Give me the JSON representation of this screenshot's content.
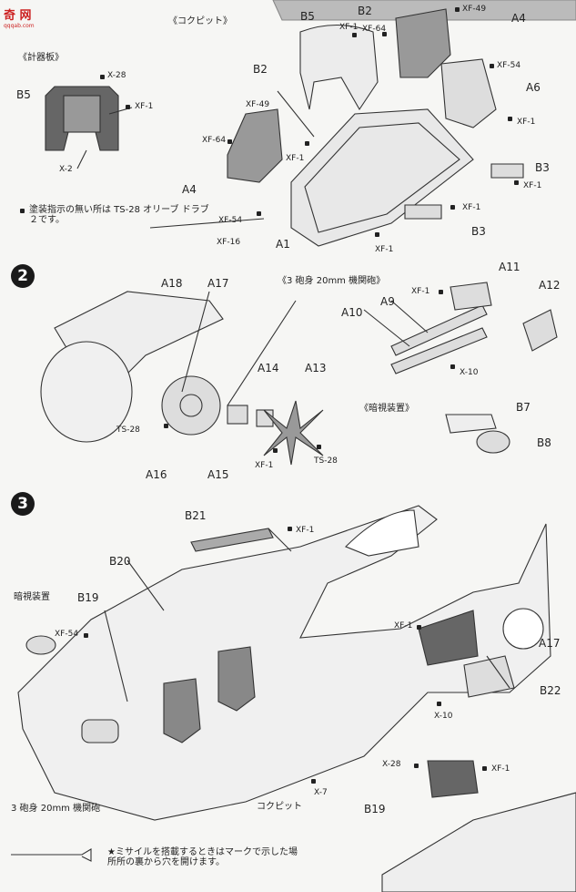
{
  "logo": {
    "text": "奇 网",
    "url": "qqqab.com"
  },
  "steps": [
    "2",
    "3"
  ],
  "sections": {
    "cockpit": "《コクピット》",
    "instrument": "《計器板》",
    "gun": "《3 砲身 20mm 機関砲》",
    "sight": "《暗視装置》"
  },
  "notes": {
    "paint": "塗装指示の無い所は TS-28 オリーブ ドラブ２です。",
    "missile": "★ミサイルを搭載するときはマークで示した場所所の裏から穴を開けます。"
  },
  "labels": {
    "b5a": "B5",
    "b2a": "B2",
    "a4a": "A4",
    "b5b": "B5",
    "b2b": "B2",
    "a6": "A6",
    "a4b": "A4",
    "a1": "A1",
    "b3a": "B3",
    "b3b": "B3",
    "a18": "A18",
    "a17a": "A17",
    "a11": "A11",
    "a12": "A12",
    "a9": "A9",
    "a10": "A10",
    "a14": "A14",
    "a13": "A13",
    "b7": "B7",
    "b8": "B8",
    "a16": "A16",
    "a15": "A15",
    "b21": "B21",
    "b20": "B20",
    "b19a": "B19",
    "a17b": "A17",
    "b22": "B22",
    "b19b": "B19",
    "sight3": "暗視装置",
    "gun3": "3 砲身 20mm 機関砲",
    "cockpit3": "コクピット"
  },
  "paints": {
    "xf1a": "XF-1",
    "xf64a": "XF-64",
    "xf49a": "XF-49",
    "x28a": "X-28",
    "xf1b": "XF-1",
    "x2": "X-2",
    "xf54a": "XF-54",
    "xf49b": "XF-49",
    "xf64b": "XF-64",
    "xf1c": "XF-1",
    "xf1d": "XF-1",
    "xf54b": "XF-54",
    "xf16": "XF-16",
    "xf1e": "XF-1",
    "xf1f": "XF-1",
    "xf1g": "XF-1",
    "xf1h": "XF-1",
    "x10a": "X-10",
    "ts28a": "TS-28",
    "xf1i": "XF-1",
    "ts28b": "TS-28",
    "xf1j": "XF-1",
    "xf54c": "XF-54",
    "xf1k": "XF-1",
    "x10b": "X-10",
    "x7": "X-7",
    "x28b": "X-28",
    "xf1l": "XF-1"
  }
}
